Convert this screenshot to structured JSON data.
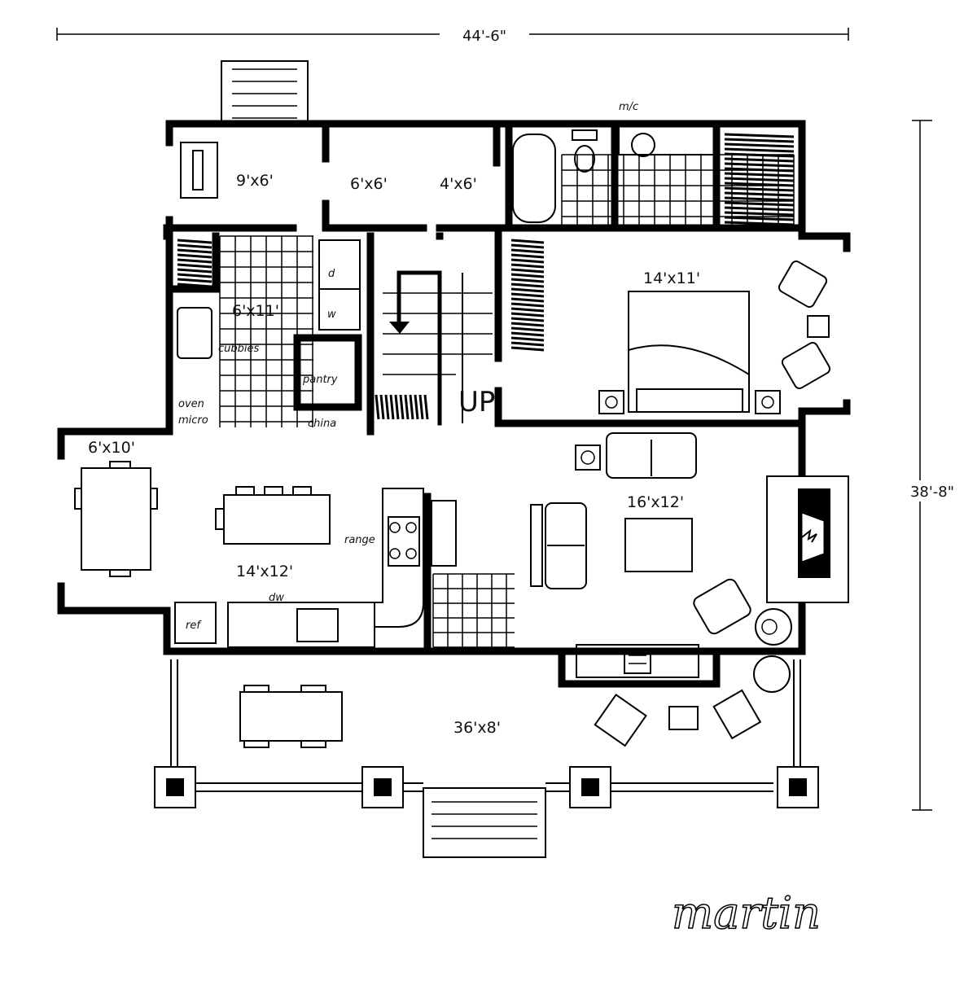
{
  "dimensions": {
    "width": "44'-6\"",
    "depth": "38'-8\""
  },
  "rooms": {
    "mudroom": "9'x6'",
    "closet_a": "6'x6'",
    "closet_b": "4'x6'",
    "laundry": "6'x11'",
    "bedroom": "14'x11'",
    "living": "16'x12'",
    "dining": "6'x10'",
    "kitchen": "14'x12'",
    "porch": "36'x8'"
  },
  "annotations": {
    "mc": "m/c",
    "cubbies": "cubbies",
    "pantry": "pantry",
    "oven": "oven",
    "micro": "micro",
    "china": "china",
    "range": "range",
    "dw": "dw",
    "ref": "ref",
    "dryer": "d",
    "washer": "w",
    "up": "UP"
  },
  "signature": "martin"
}
